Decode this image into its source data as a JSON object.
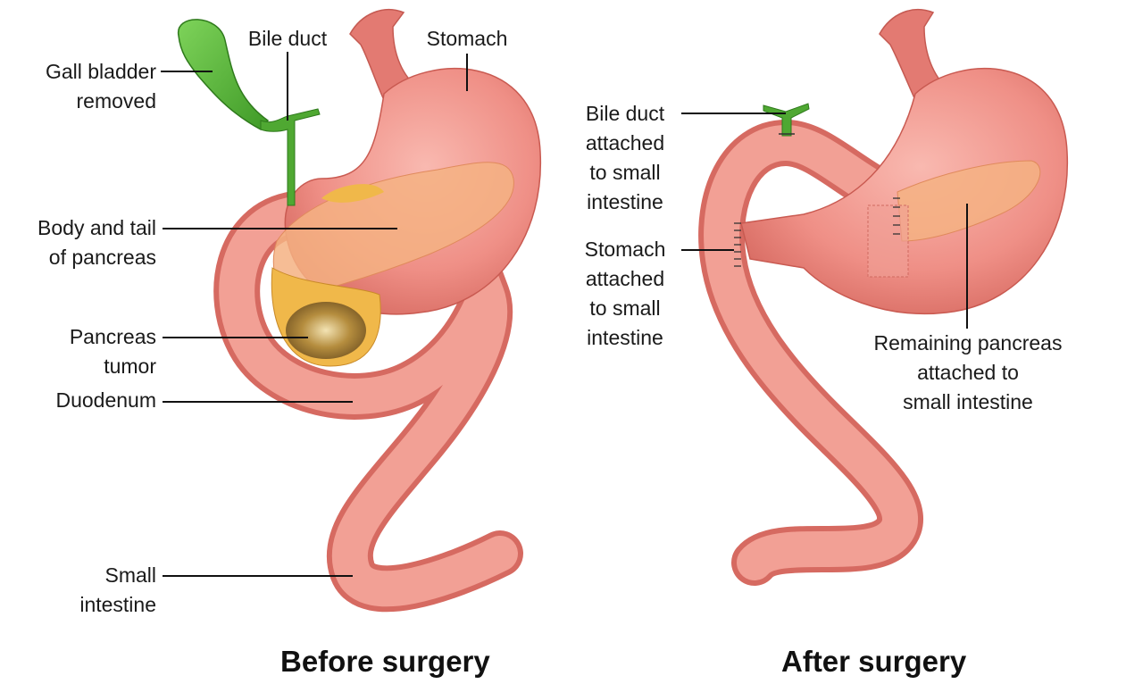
{
  "before": {
    "caption": "Before surgery",
    "labels": {
      "gall_bladder": [
        "Gall bladder",
        "removed"
      ],
      "bile_duct": [
        "Bile duct"
      ],
      "stomach": [
        "Stomach"
      ],
      "body_tail_pancreas": [
        "Body and tail",
        "of pancreas"
      ],
      "pancreas_tumor": [
        "Pancreas",
        "tumor"
      ],
      "duodenum": [
        "Duodenum"
      ],
      "small_intestine": [
        "Small",
        "intestine"
      ]
    }
  },
  "after": {
    "caption": "After surgery",
    "labels": {
      "bile_duct_attached": [
        "Bile duct",
        "attached",
        "to small",
        "intestine"
      ],
      "stomach_attached": [
        "Stomach",
        "attached",
        "to small",
        "intestine"
      ],
      "remaining_pancreas": [
        "Remaining pancreas",
        "attached to",
        "small intestine"
      ]
    }
  },
  "colors": {
    "tissue": "#ef8f86",
    "tissue_dark": "#c9584f",
    "tissue_light": "#f7b4ab",
    "pancreas": "#f5b183",
    "tumor": "#e8b640",
    "gallbladder": "#5db83a",
    "leader_line": "#111111"
  }
}
